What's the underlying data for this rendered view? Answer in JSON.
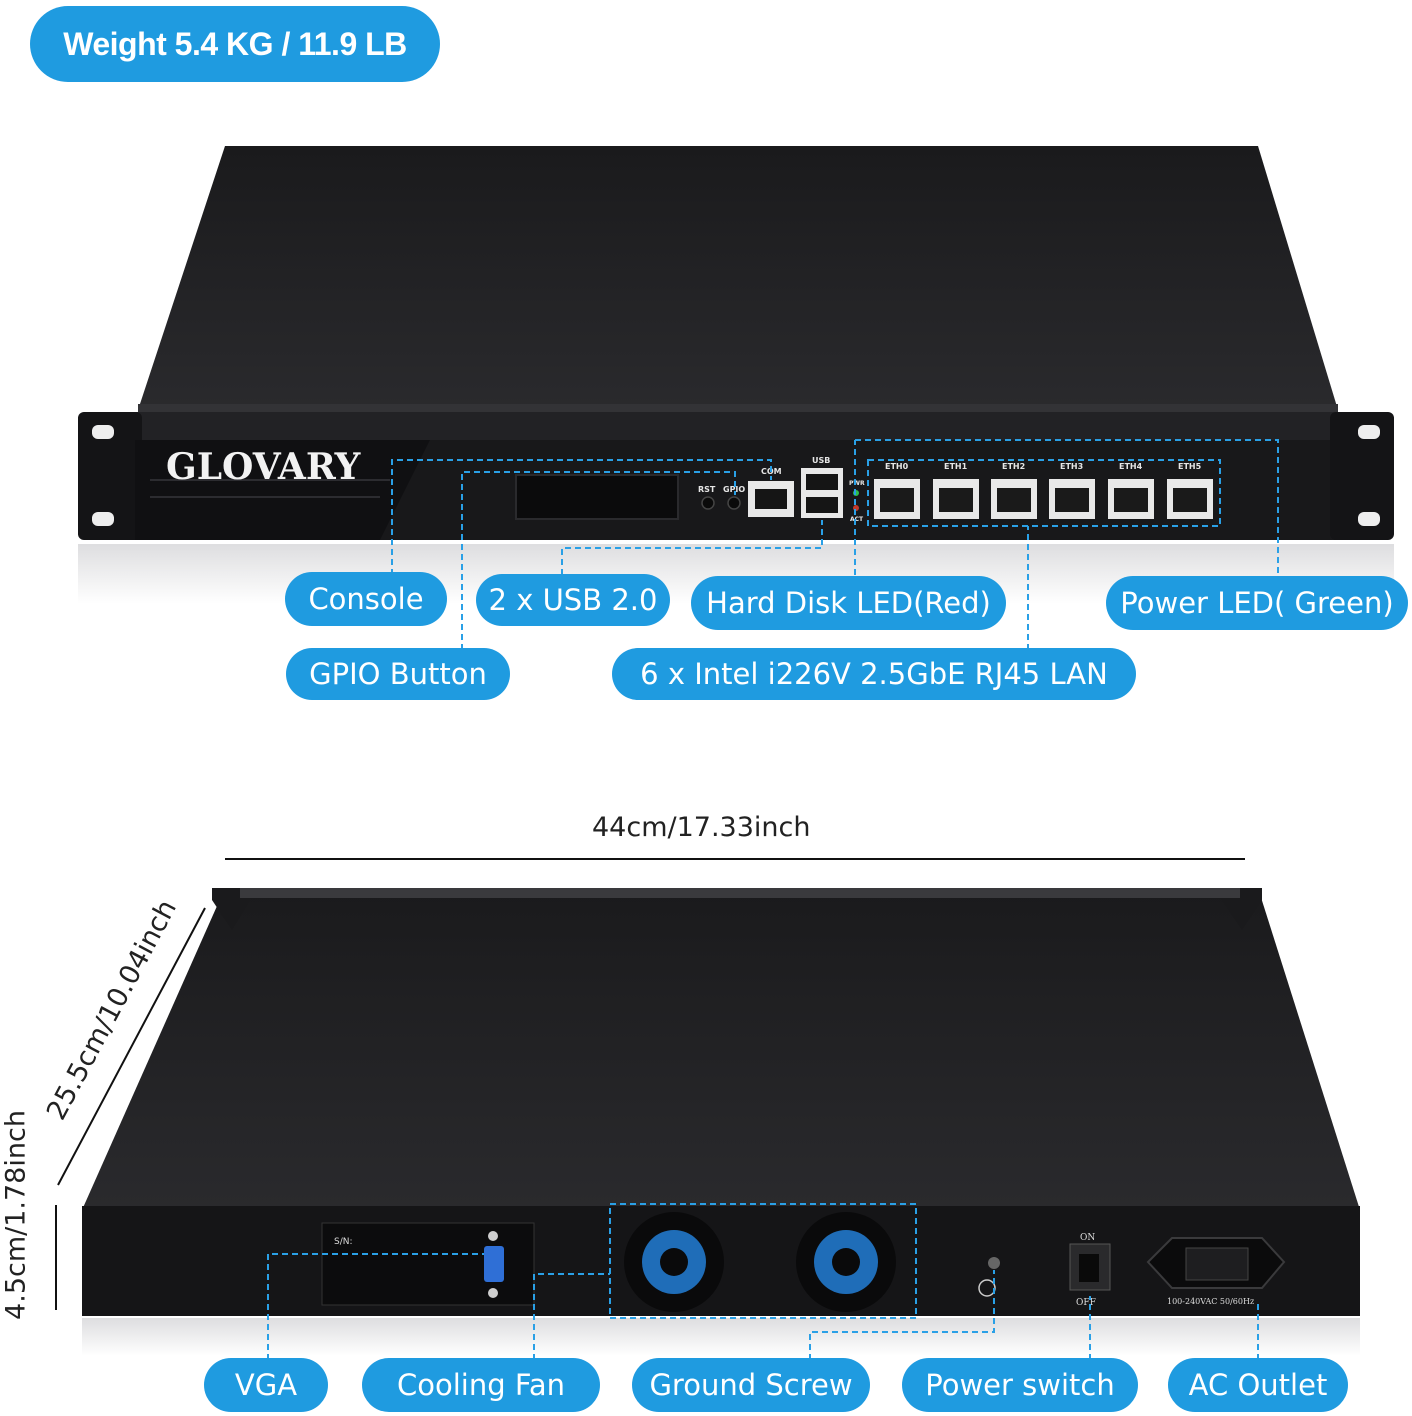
{
  "weight_badge": "Weight 5.4 KG / 11.9 LB",
  "front": {
    "brand": "GLOVARY",
    "port_labels": {
      "com": "COM",
      "usb": "USB",
      "rst": "RST",
      "gpio": "GPIO",
      "pwr": "PWR",
      "act": "ACT",
      "eth": [
        "ETH0",
        "ETH1",
        "ETH2",
        "ETH3",
        "ETH4",
        "ETH5"
      ]
    },
    "callouts": {
      "console": "Console",
      "usb": "2 x USB 2.0",
      "hdd_led": "Hard Disk LED(Red)",
      "power_led": "Power LED( Green)",
      "gpio_button": "GPIO Button",
      "lan": "6 x Intel i226V 2.5GbE RJ45 LAN"
    }
  },
  "dimensions": {
    "width": "44cm/17.33inch",
    "depth": "25.5cm/10.04inch",
    "height": "4.5cm/1.78inch"
  },
  "rear": {
    "sn_label": "S/N:",
    "switch_on": "ON",
    "switch_off": "OFF",
    "ac_rating": "100-240VAC 50/60Hz",
    "callouts": {
      "vga": "VGA",
      "cooling_fan": "Cooling Fan",
      "ground_screw": "Ground Screw",
      "power_switch": "Power switch",
      "ac_outlet": "AC Outlet"
    }
  },
  "colors": {
    "accent": "#1f9be0",
    "chassis": "#1c1c1e",
    "dashed_line": "#2aa0e6"
  }
}
